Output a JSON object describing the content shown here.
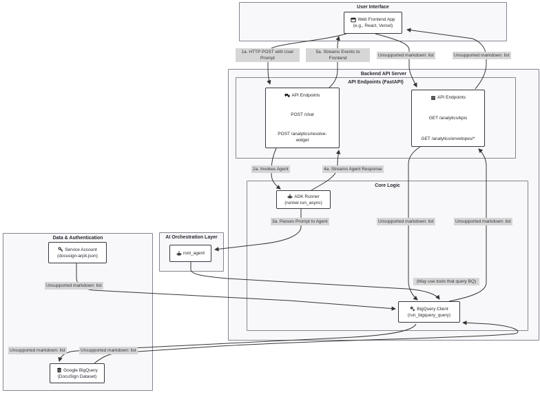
{
  "diagram_type": "flowchart",
  "colors": {
    "background": "#ffffff",
    "cluster_fill": "#f8f8fa",
    "cluster_border": "#83838f",
    "node_fill": "#ffffff",
    "node_border": "#35353f",
    "edge": "#333333",
    "edge_label_bg": "#d6d6d6",
    "text": "#26262f"
  },
  "clusters": {
    "user_interface": {
      "title": "User Interface"
    },
    "backend": {
      "title": "Backend API Server"
    },
    "fastapi": {
      "title": "API Endpoints (FastAPI)"
    },
    "core_logic": {
      "title": "Core Logic"
    },
    "ai_layer": {
      "title": "AI Orchestration Layer"
    },
    "data_auth": {
      "title": "Data & Authentication"
    }
  },
  "nodes": {
    "frontend": {
      "icon": "window-icon",
      "title": "Web Frontend App",
      "subtitle": "(e.g., React, Vercel)"
    },
    "chat_api": {
      "icon": "comments-icon",
      "title": "API Endpoints",
      "line1": "POST /chat",
      "line2": "POST /analytics/resolve-widget"
    },
    "analytics_api": {
      "icon": "table-icon",
      "title": "API Endpoints",
      "line1": "GET /analytics/kpis",
      "line2": "GET /analytics/envelopes/*"
    },
    "adk_runner": {
      "icon": "robot-icon",
      "title": "ADK Runner",
      "subtitle": "(runner.run_async)"
    },
    "root_agent": {
      "icon": "robot-icon",
      "title": "root_agent"
    },
    "service_account": {
      "icon": "key-icon",
      "title": "Service Account",
      "subtitle": "(docusign-arpit.json)"
    },
    "bigquery_client": {
      "icon": "gears-icon",
      "title": "BigQuery Client",
      "subtitle": "(run_bigquery_query)"
    },
    "google_bigquery": {
      "icon": "database-icon",
      "title": "Google BigQuery",
      "subtitle": "(DocuSign Dataset)"
    }
  },
  "edge_labels": {
    "http_post": "1a. HTTP POST with User Prompt",
    "streams_events": "5a. Streams Events to Frontend",
    "invokes_agent": "2a. Invokes Agent",
    "streams_response": "4a. Streams Agent Response",
    "passes_prompt": "3a. Passes Prompt to Agent",
    "may_use_tools": "(May use tools that query BQ)",
    "unsupported": "Unsupported markdown: list"
  }
}
